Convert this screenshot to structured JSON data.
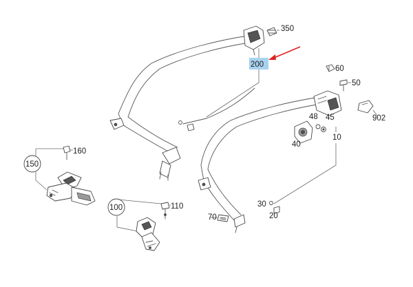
{
  "parts": {
    "p350": "350",
    "p200": "200",
    "p60": "60",
    "p50": "50",
    "p48": "48",
    "p45": "45",
    "p902": "902",
    "p40": "40",
    "p10": "10",
    "p160": "160",
    "p150": "150",
    "p110": "110",
    "p100": "100",
    "p30": "30",
    "p20": "20",
    "p70": "70"
  },
  "highlight": {
    "part": "200",
    "color": "#a7d3ee",
    "arrow_color": "#e02020"
  }
}
